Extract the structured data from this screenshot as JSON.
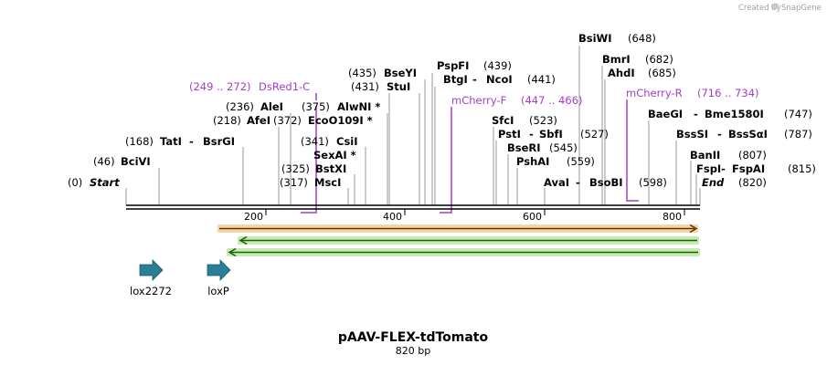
{
  "credit": "Created by",
  "brand": "SnapGene",
  "title": "pAAV-FLEX-tdTomato",
  "length_label": "820 bp",
  "sequence_length": 820,
  "axis_ticks": [
    "200",
    "400",
    "600",
    "800"
  ],
  "colors": {
    "primer": "#a33ec8",
    "feature_orange": "#f2b25a",
    "feature_green": "#9fe07a",
    "arrow_blue": "#2a7f98",
    "site_line": "#999999"
  },
  "sites": [
    {
      "pos": "(0)",
      "name": "Start",
      "italic": true,
      "at": 0
    },
    {
      "pos": "(46)",
      "name": "BciVI",
      "at": 46
    },
    {
      "pos": "(168)",
      "name": "TatI",
      "alt": "BsrGI",
      "at": 168
    },
    {
      "pos": "(218)",
      "name": "AfeI",
      "at": 218
    },
    {
      "pos": "(236)",
      "name": "AleI",
      "at": 236
    },
    {
      "pos": "(317)",
      "name": "MscI",
      "at": 317
    },
    {
      "pos": "(325)",
      "name": "BstXI",
      "at": 325
    },
    {
      "pos": "(341)",
      "name": "CsiI",
      "at": 341
    },
    {
      "pos": "(372)",
      "name": "EcoO109I *",
      "at": 372
    },
    {
      "pos": "(375)",
      "name": "AlwNI *",
      "at": 375
    },
    {
      "pos": "",
      "name": "SexAI *",
      "at": 350
    },
    {
      "pos": "(431)",
      "name": "StuI",
      "at": 431
    },
    {
      "pos": "(435)",
      "name": "BseYI",
      "at": 435
    },
    {
      "pos": "(439)",
      "name": "PspFI",
      "at": 439
    },
    {
      "pos": "(441)",
      "name": "BtgI",
      "alt": "NcoI",
      "at": 441
    },
    {
      "pos": "(523)",
      "name": "SfcI",
      "at": 523
    },
    {
      "pos": "(527)",
      "name": "PstI",
      "alt": "SbfI",
      "at": 527
    },
    {
      "pos": "(545)",
      "name": "BseRI",
      "at": 545
    },
    {
      "pos": "(559)",
      "name": "PshAI",
      "at": 559
    },
    {
      "pos": "(598)",
      "name": "AvaI",
      "alt": "BsoBI",
      "at": 598
    },
    {
      "pos": "(648)",
      "name": "BsiWI",
      "at": 648
    },
    {
      "pos": "(682)",
      "name": "BmrI",
      "at": 682
    },
    {
      "pos": "(685)",
      "name": "AhdI",
      "at": 685
    },
    {
      "pos": "(747)",
      "name": "BaeGI",
      "alt": "Bme1580I",
      "at": 747
    },
    {
      "pos": "(787)",
      "name": "BssSI",
      "alt": "BssSαI",
      "at": 787
    },
    {
      "pos": "(807)",
      "name": "BanII",
      "at": 807
    },
    {
      "pos": "(815)",
      "name": "FspI",
      "alt": "FspAI",
      "at": 815
    },
    {
      "pos": "(820)",
      "name": "End",
      "italic": true,
      "at": 820
    }
  ],
  "primers": [
    {
      "name": "DsRed1-C",
      "range": "(249 .. 272)"
    },
    {
      "name": "mCherry-F",
      "range": "(447 .. 466)"
    },
    {
      "name": "mCherry-R",
      "range": "(716 .. 734)"
    }
  ],
  "features": [
    {
      "name": "lox2272"
    },
    {
      "name": "loxP"
    }
  ]
}
